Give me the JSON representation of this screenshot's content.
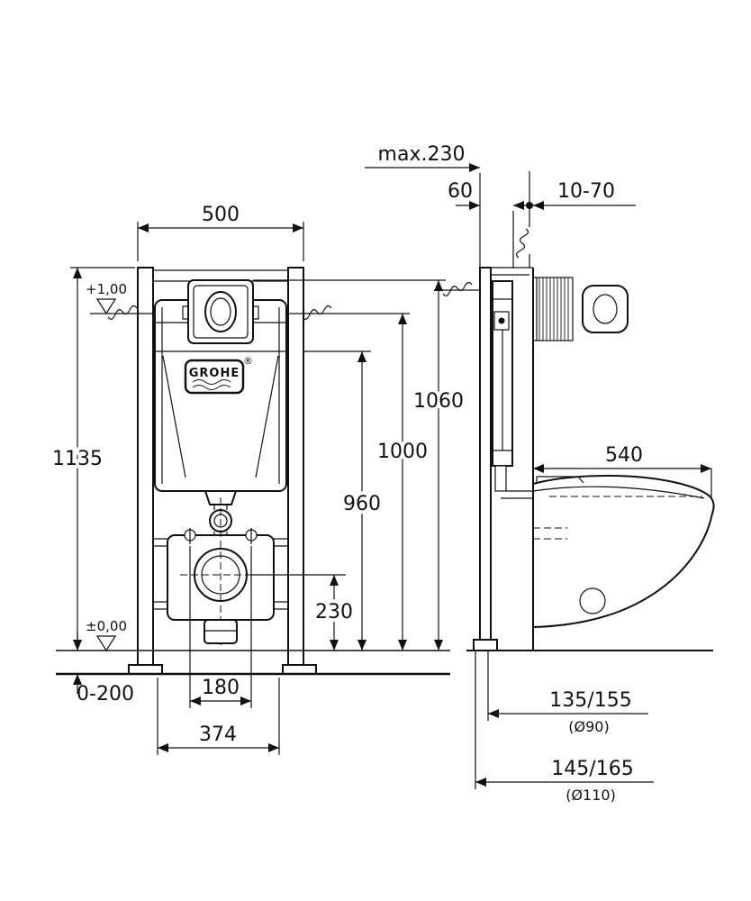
{
  "front": {
    "width": "500",
    "height": "1135",
    "level_top": "+1,00",
    "level_zero": "±0,00",
    "floor_range": "0-200",
    "bolt_spacing": "180",
    "plate_width": "374",
    "outlet_height": "230",
    "h960": "960",
    "h1000": "1000",
    "h1060": "1060",
    "brand": "GROHE",
    "reg_mark": "®"
  },
  "side": {
    "max_depth": "max.230",
    "frame_depth": "60",
    "wall_range": "10-70",
    "bowl_depth": "540",
    "outlet_top": "135/155",
    "outlet_top_dia": "(Ø90)",
    "outlet_bottom": "145/165",
    "outlet_bottom_dia": "(Ø110)"
  },
  "colors": {
    "line": "#111111",
    "background": "#ffffff"
  }
}
